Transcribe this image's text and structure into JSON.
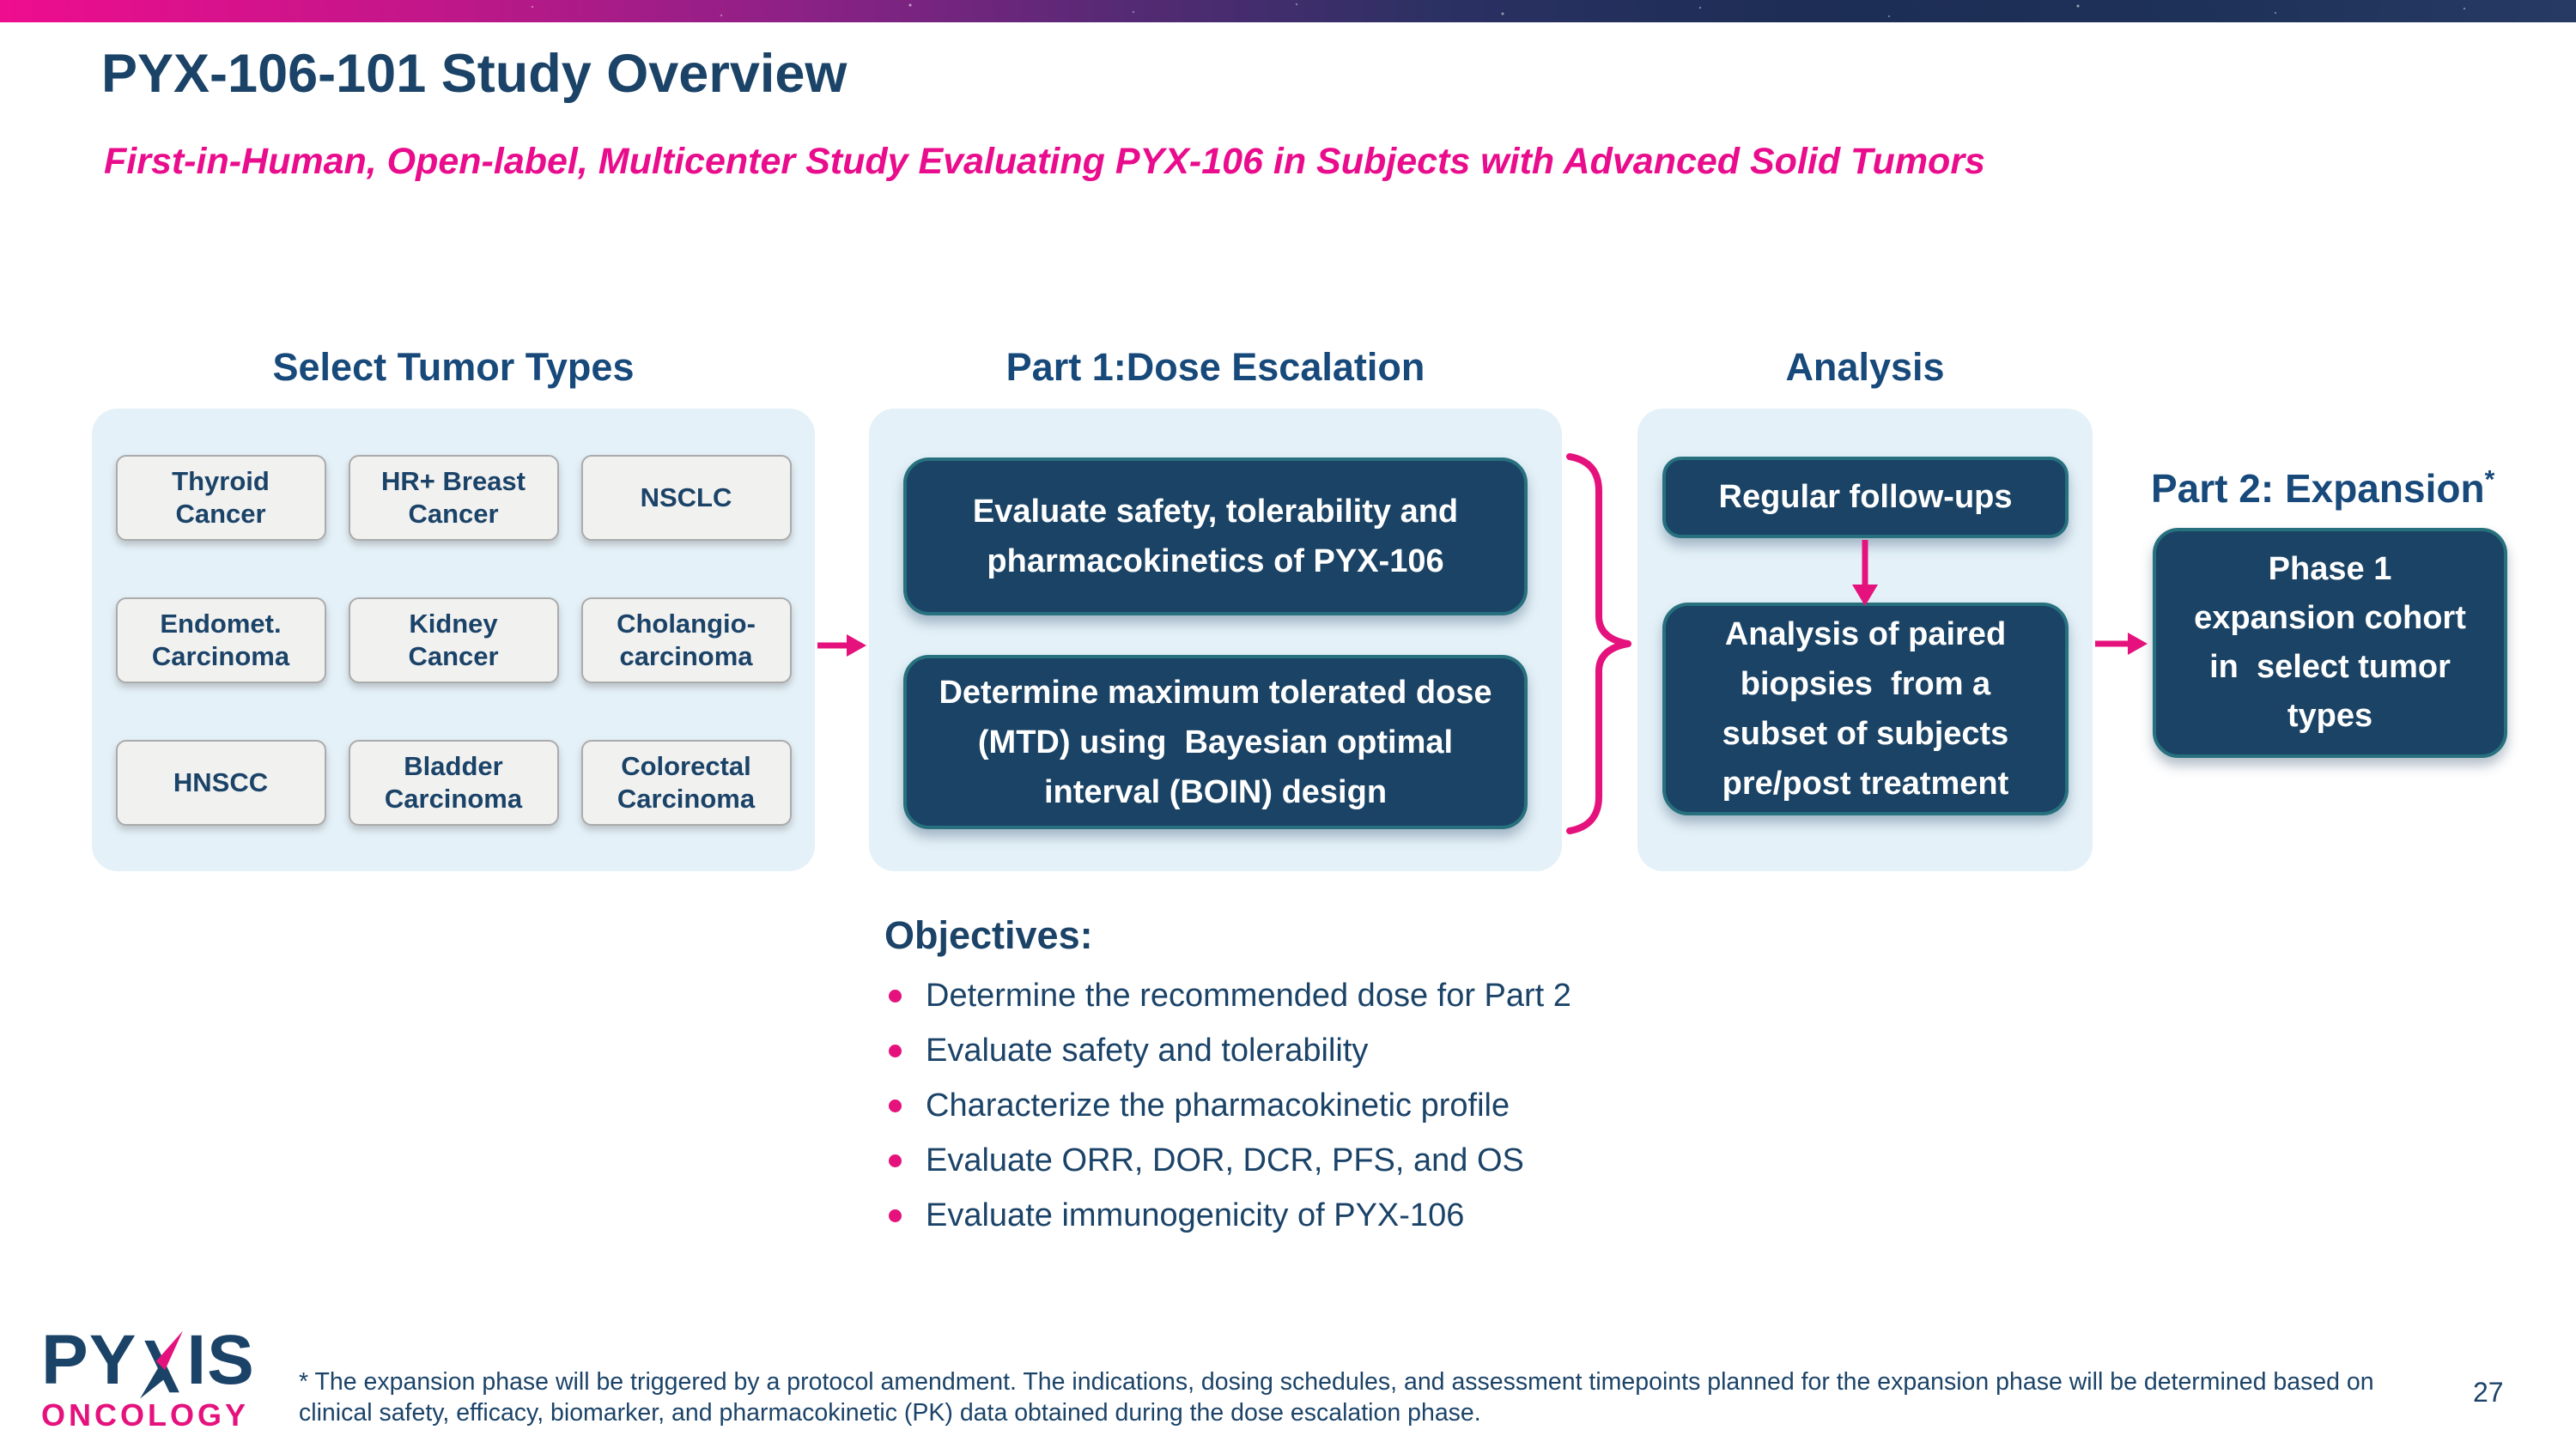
{
  "slide": {
    "title": "PYX-106-101 Study Overview",
    "subtitle": "First-in-Human, Open-label, Multicenter Study Evaluating PYX-106 in Subjects with Advanced Solid Tumors",
    "page_number": "27",
    "footnote": "* The expansion phase will be triggered by a protocol amendment. The indications, dosing schedules, and assessment timepoints planned for the expansion phase will be determined based on clinical safety, efficacy, biomarker, and pharmacokinetic (PK) data obtained during the dose escalation phase."
  },
  "logo": {
    "brand_prefix": "PY",
    "brand_suffix": "IS",
    "brand_sub": "ONCOLOGY"
  },
  "diagram": {
    "tumor": {
      "heading": "Select Tumor Types",
      "boxes": [
        "Thyroid\nCancer",
        "HR+ Breast\nCancer",
        "NSCLC",
        "Endomet.\nCarcinoma",
        "Kidney\nCancer",
        "Cholangio-\ncarcinoma",
        "HNSCC",
        "Bladder\nCarcinoma",
        "Colorectal\nCarcinoma"
      ]
    },
    "part1": {
      "heading": "Part 1:Dose Escalation",
      "boxes": [
        "Evaluate safety, tolerability and\npharmacokinetics of PYX-106",
        "Determine maximum tolerated dose\n(MTD) using  Bayesian optimal\ninterval (BOIN) design"
      ]
    },
    "analysis": {
      "heading": "Analysis",
      "boxes": [
        "Regular follow-ups",
        "Analysis of paired\nbiopsies  from a\nsubset of subjects\npre/post treatment"
      ]
    },
    "part2": {
      "heading": "Part 2: Expansion",
      "heading_note": "*",
      "box": "Phase 1\nexpansion cohort\nin  select tumor\ntypes"
    }
  },
  "objectives": {
    "heading": "Objectives:",
    "items": [
      "Determine the recommended dose for Part 2",
      "Evaluate safety and tolerability",
      "Characterize the pharmacokinetic profile",
      "Evaluate ORR, DOR, DCR, PFS, and OS",
      "Evaluate immunogenicity of PYX-106"
    ]
  },
  "colors": {
    "navy_text": "#1B4368",
    "heading_navy": "#17497A",
    "pink": "#E5127D",
    "magenta": "#E90C8C",
    "panel_blue": "#E4F1F8",
    "box_navy": "#1A4365",
    "box_border_teal": "#27707E",
    "gray_box_fill": "#F1F1F0",
    "gray_box_border": "#ABABAB"
  }
}
